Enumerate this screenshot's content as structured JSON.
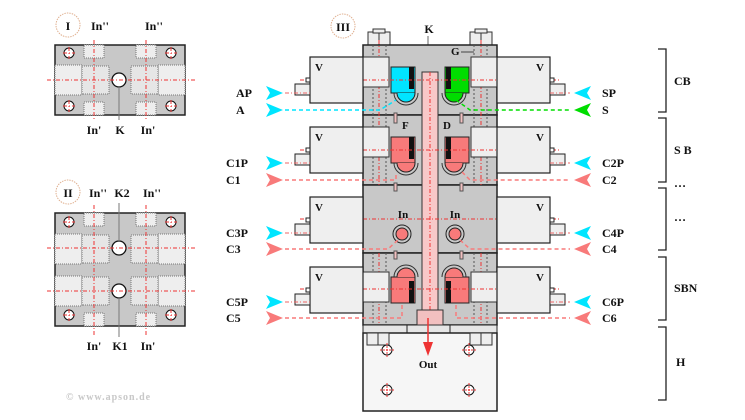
{
  "views": {
    "I": {
      "badge": "I",
      "top_left": "In''",
      "top_right": "In''",
      "bottom_left": "In'",
      "bottom_mid": "K",
      "bottom_right": "In'"
    },
    "II": {
      "badge": "II",
      "top_left": "In''",
      "top_mid": "K2",
      "top_right": "In''",
      "bottom_left": "In'",
      "bottom_mid": "K1",
      "bottom_right": "In'"
    },
    "III": {
      "badge": "III",
      "channel_label": "K",
      "guide_label": "G",
      "left_labels": {
        "f": "F",
        "d": "D"
      },
      "valve_label": "V",
      "inlet_label": "In",
      "outlet_label": "Out"
    }
  },
  "ports_left": [
    "AP",
    "A",
    "C1P",
    "C1",
    "C3P",
    "C3",
    "C5P",
    "C5"
  ],
  "ports_right": [
    "SP",
    "S",
    "C2P",
    "C2",
    "C4P",
    "C4",
    "C6P",
    "C6"
  ],
  "brackets": [
    "CB",
    "S B",
    "…",
    "…",
    "SBN",
    "H"
  ],
  "colors": {
    "cyan": "#00e5ff",
    "green": "#00dd00",
    "salmon": "#f87a7a",
    "pink_channel": "#f8c8c8",
    "body_gray": "#c8c8c8",
    "light_gray": "#efefef",
    "red_line": "#ee3333"
  },
  "copyright": "© www.apson.de"
}
